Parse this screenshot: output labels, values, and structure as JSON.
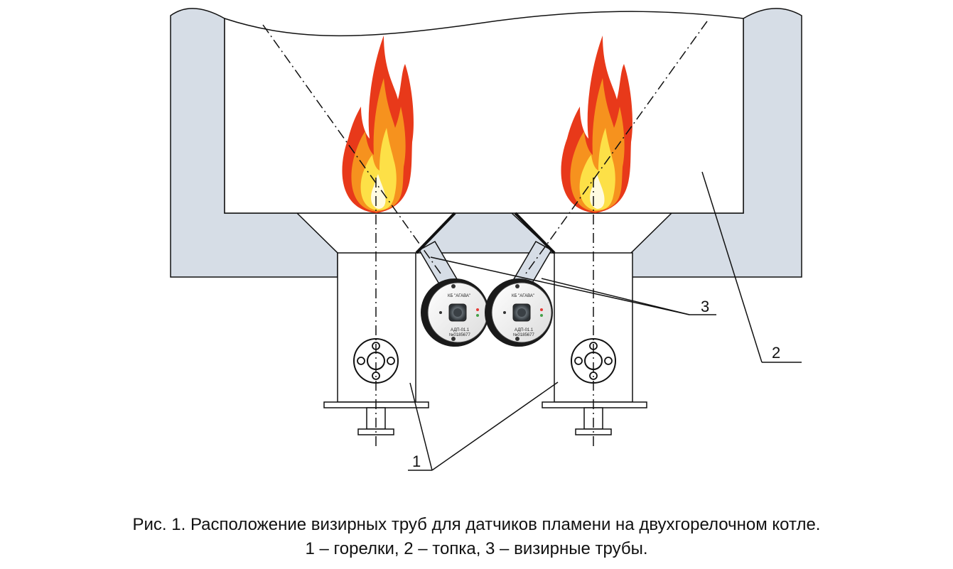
{
  "figure": {
    "labels": {
      "burners": "1",
      "furnace": "2",
      "sight_tubes": "3"
    },
    "sensor": {
      "brand": "КБ \"АГАВА\"",
      "model": "АДП-01.1",
      "serial": "№0185677"
    },
    "colors": {
      "wall": "#d6dde6",
      "outline": "#111111",
      "flame_outer": "#e8391a",
      "flame_mid": "#f6921e",
      "flame_inner": "#fde047",
      "sensor_body": "#1a1a1a"
    }
  },
  "caption": {
    "line1": "Рис. 1. Расположение визирных труб для датчиков пламени на двухгорелочном котле.",
    "line2": "1 – горелки, 2 – топка, 3 – визирные трубы."
  }
}
